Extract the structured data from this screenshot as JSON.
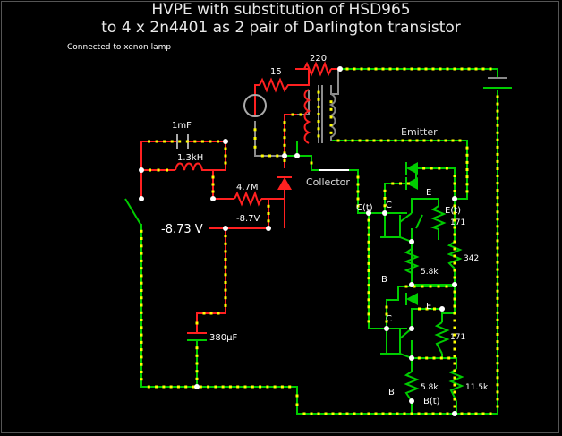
{
  "title": {
    "line1": "HVPE with substitution of HSD965",
    "line2": "to 4 x 2n4401 as 2 pair of Darlington transistor"
  },
  "note": "Connected to xenon lamp",
  "labels": {
    "r_15": "15",
    "r_220": "220",
    "c_1mf": "1mF",
    "l_1_3kh": "1.3kH",
    "r_4_7m": "4.7M",
    "v_neg_8_7": "-8.7V",
    "voltmeter": "-8.73 V",
    "c_380uf": "380µF",
    "emitter": "Emitter",
    "collector": "Collector",
    "c_t": "C(t)",
    "e_top": "E",
    "e_t": "E(t)",
    "c_top": "C",
    "r_171_top": "171",
    "r_342": "342",
    "b_top": "B",
    "r_5_8k_top": "5.8k",
    "e_bottom": "E",
    "c_bottom": "C",
    "r_171_bottom": "171",
    "b_bottom": "B",
    "r_5_8k_bottom": "5.8k",
    "b_t": "B(t)",
    "r_11_5k": "11.5k"
  },
  "colors": {
    "wire_green": "#00cc00",
    "wire_red": "#ff2020",
    "wire_gray": "#8c8c8c",
    "dot_yellow": "#ffff00",
    "node_white": "#ffffff",
    "label_white": "#ffffff"
  }
}
